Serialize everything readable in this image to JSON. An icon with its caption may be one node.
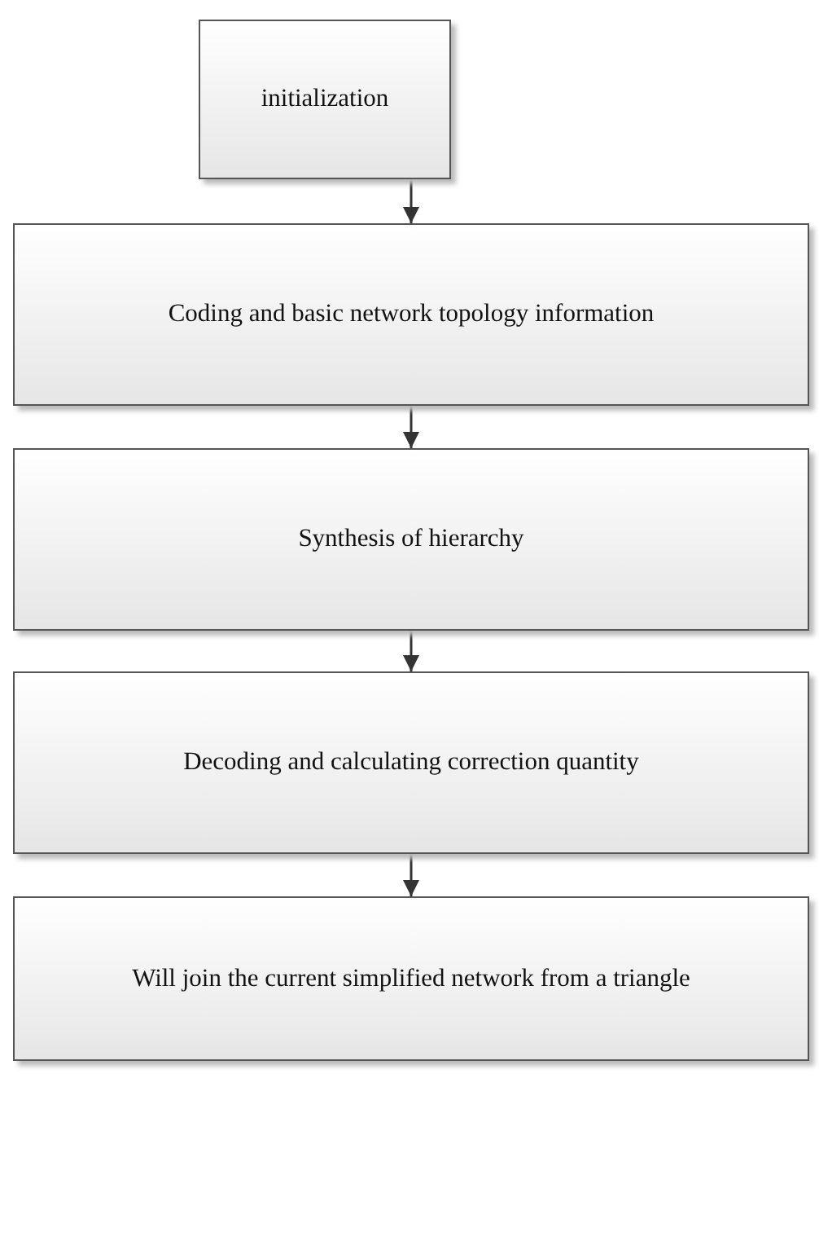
{
  "diagram": {
    "nodes": [
      {
        "text": [
          "initialization"
        ]
      },
      {
        "text": [
          "Coding and basic network topology information"
        ]
      },
      {
        "text": [
          "Synthesis of hierarchy"
        ]
      },
      {
        "text": [
          "Decoding and calculating correction quantity"
        ]
      },
      {
        "text": [
          "Will join the current simplified network from a triangle"
        ]
      }
    ],
    "edges": [
      {
        "from": 0,
        "to": 1,
        "arrow": "to"
      },
      {
        "from": 1,
        "to": 2,
        "arrow": "to"
      },
      {
        "from": 2,
        "to": 3,
        "arrow": "to"
      },
      {
        "from": 3,
        "to": 4,
        "arrow": "to"
      }
    ]
  }
}
